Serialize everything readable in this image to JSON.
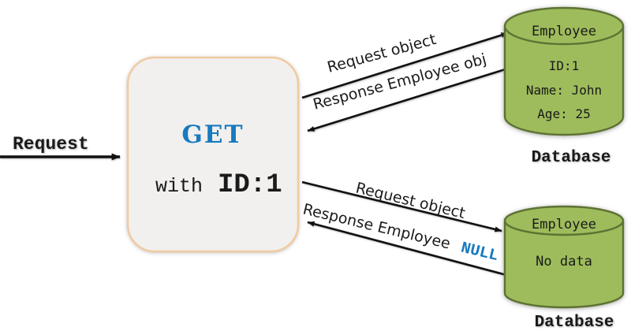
{
  "left": {
    "request_label": "Request"
  },
  "box": {
    "title": "GET",
    "line2_word": "with",
    "line2_id": "ID:1"
  },
  "arrows": {
    "top_request_label": "Request object",
    "top_response_label": "Response Employee obj",
    "bottom_request_label": "Request object",
    "bottom_response_prefix": "Response Employee",
    "bottom_response_null": "NULL"
  },
  "db_top": {
    "title": "Employee",
    "rows": [
      "ID:1",
      "Name: John",
      "Age: 25"
    ],
    "caption": "Database"
  },
  "db_bottom": {
    "title": "Employee",
    "rows": [
      "No data"
    ],
    "caption": "Database"
  },
  "colors": {
    "accent_blue": "#187ABF",
    "db_fill": "#9EBC5C",
    "db_stroke": "#5E7233",
    "box_fill": "#F1F0EF",
    "box_stroke": "#F1CBA3",
    "arrow_color": "#111111",
    "text_color": "#1A1A1A"
  }
}
